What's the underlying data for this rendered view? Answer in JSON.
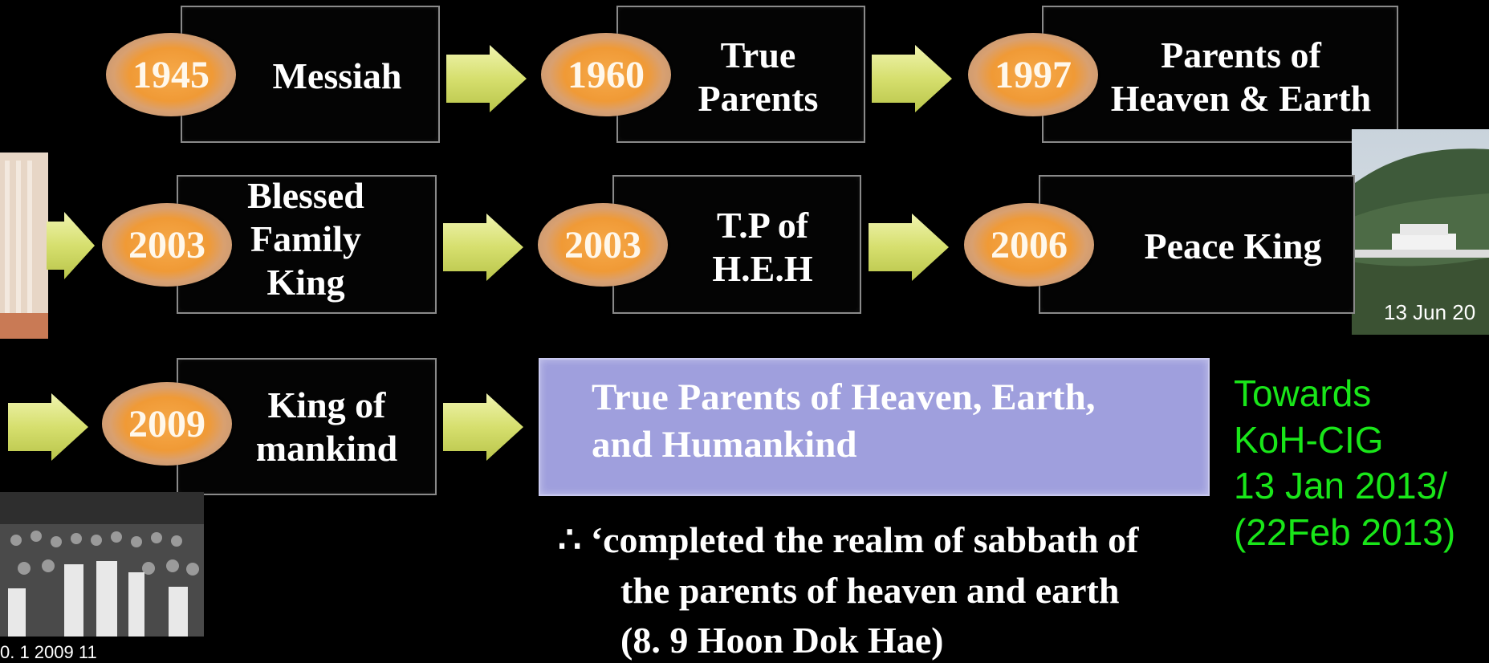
{
  "row1": [
    {
      "year": "1945",
      "label": "Messiah"
    },
    {
      "year": "1960",
      "label": "True\nParents"
    },
    {
      "year": "1997",
      "label": "Parents of\nHeaven & Earth"
    }
  ],
  "row2": [
    {
      "year": "2003",
      "label": "Blessed\nFamily\nKing"
    },
    {
      "year": "2003",
      "label": "T.P of\nH.E.H"
    },
    {
      "year": "2006",
      "label": "Peace King"
    }
  ],
  "row3": [
    {
      "year": "2009",
      "label": "King of\nmankind"
    }
  ],
  "final_box": {
    "text": "True Parents of Heaven, Earth,\nand Humankind"
  },
  "quote": {
    "line1": "∴ ‘completed the realm of sabbath of",
    "line2": "the parents of heaven and earth",
    "line3": "(8. 9 Hoon Dok Hae)"
  },
  "towards": "Towards\nKoH-CIG\n13 Jan 2013/\n(22Feb 2013)",
  "photo_captions": {
    "right": "13 Jun 20",
    "bottom_left": "0. 1 2009 11"
  },
  "colors": {
    "background": "#000000",
    "badge": "#f09a36",
    "arrow": "#d8e07a",
    "final_box": "#9f9fdd",
    "towards_text": "#19e619"
  }
}
